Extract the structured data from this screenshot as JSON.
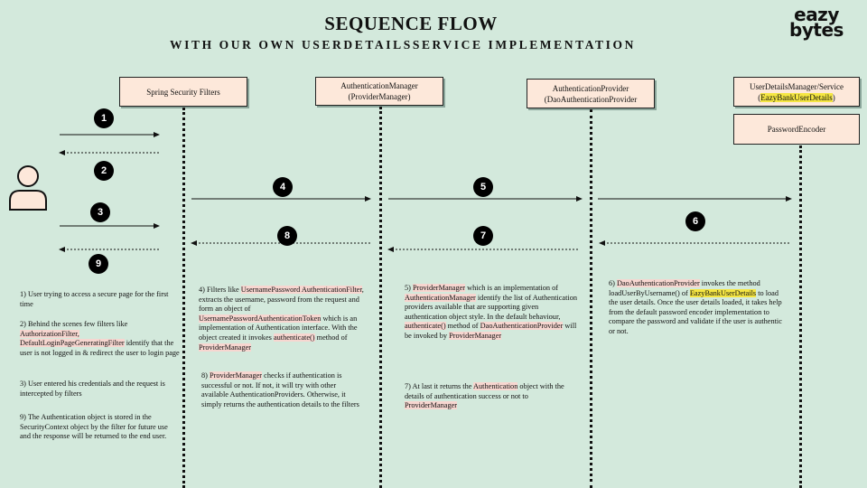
{
  "header": {
    "title": "SEQUENCE FLOW",
    "subtitle": "WITH OUR OWN USERDETAILSSERVICE IMPLEMENTATION",
    "logo_line1": "eazy",
    "logo_line2": "bytes"
  },
  "participants": {
    "filters": "Spring Security Filters",
    "manager_l1": "AuthenticationManager",
    "manager_l2": "(ProviderManager)",
    "provider_l1": "AuthenticationProvider",
    "provider_l2": "(DaoAuthenticationProvider",
    "uds_l1": "UserDetailsManager/Service",
    "uds_l2": "EazyBankUserDetails",
    "encoder": "PasswordEncoder"
  },
  "steps": [
    "1",
    "2",
    "3",
    "4",
    "5",
    "6",
    "7",
    "8",
    "9"
  ],
  "notes": {
    "n1": "1)    User trying to access a secure page for the first time",
    "n2a": "2) Behind the scenes few filters like ",
    "n2b": "AuthorizationFilter, DefaultLoginPageGeneratingFilter",
    "n2c": " identify that the user is not logged in & redirect the user to login page",
    "n3": "3) User entered his credentials and the request is intercepted by filters",
    "n9": "9) The Authentication object is stored in the SecurityContext object by the filter for future use and the response will be returned to the end user.",
    "n4a": "4) Filters like ",
    "n4b": "UsernamePassword AuthenticationFilter",
    "n4c": ", extracts the username, password from the request and form an object of ",
    "n4d": "UsernamePasswordAuthenticationToken",
    "n4e": " which is an implementation of Authentication interface. With the object created it invokes ",
    "n4f": "authenticate()",
    "n4g": " method of ",
    "n4h": "ProviderManager",
    "n8a": "8) ",
    "n8b": "ProviderManager",
    "n8c": " checks if authentication is successful or not. If not, it will try with other available AuthenticationProviders. Otherwise, it simply returns the authentication details to the filters",
    "n5a": "5) ",
    "n5b": "ProviderManager",
    "n5c": " which is an implementation of ",
    "n5d": "AuthenticationManager",
    "n5e": " identify the list of Authentication providers available that are supporting given authentication object style. In the default behaviour, ",
    "n5f": "authenticate()",
    "n5g": " method of ",
    "n5h": "DaoAuthenticationProvider",
    "n5i": " will be invoked by ",
    "n5j": "ProviderManager",
    "n7a": "7) At last it returns the ",
    "n7b": "Authentication",
    "n7c": " object with the details of authentication success or not to ",
    "n7d": "ProviderManager",
    "n6a": "6) ",
    "n6b": "DaoAuthenticationProvider",
    "n6c": " invokes the method loadUserByUsername() of ",
    "n6d": "EazyBankUserDetails",
    "n6e": " to load the user details. Once the user details loaded, it takes help from the default password encoder implementation to compare the password and validate if the user is authentic or not."
  },
  "colors": {
    "background": "#d3e9dc",
    "box_fill": "#fde8da",
    "highlight_yellow": "#f5e642",
    "highlight_pink": "#f7d6d0"
  }
}
